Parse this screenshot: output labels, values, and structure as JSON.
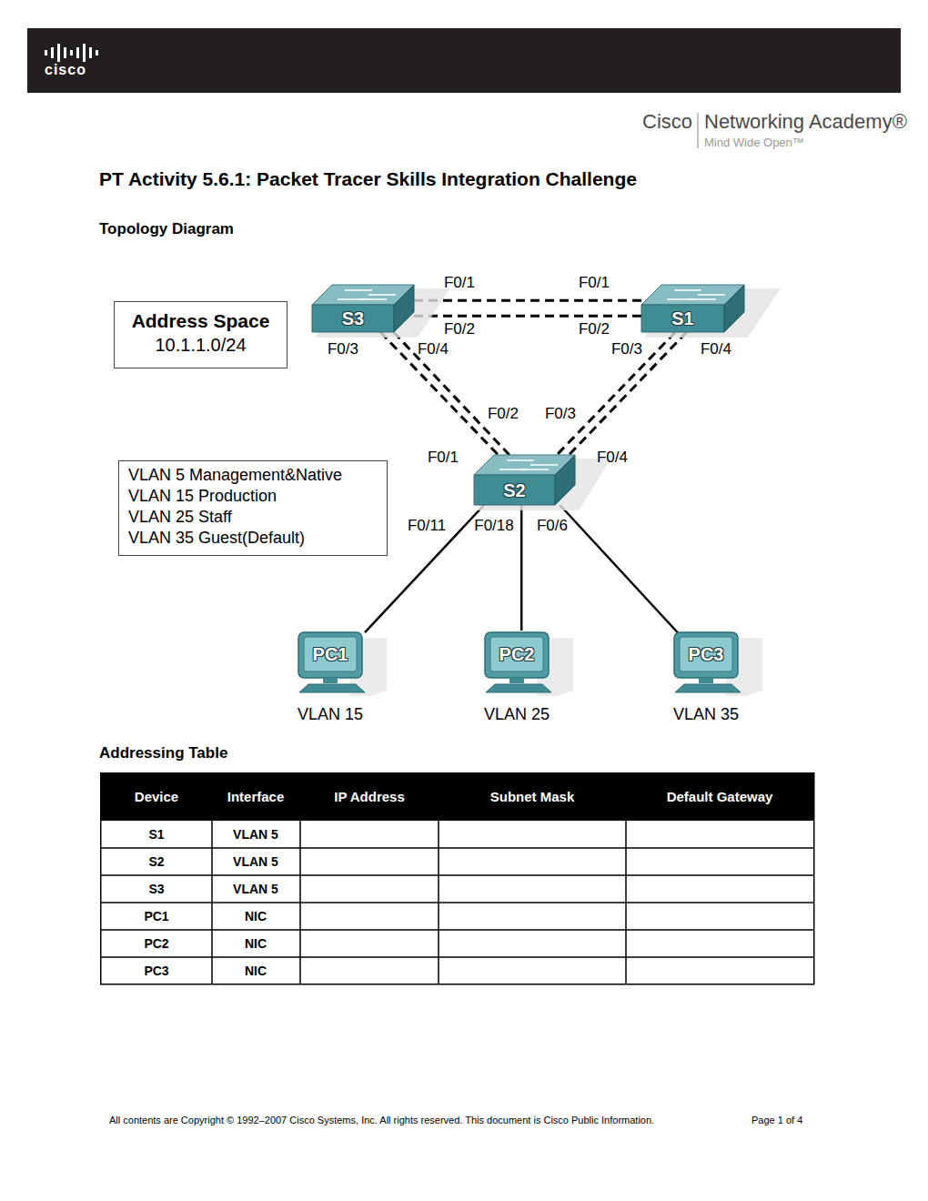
{
  "diagram": {
    "title": "PT Activity 5.6.1: Packet Tracer Skills Integration Challenge",
    "nodes": [
      {
        "text": [
          "S3"
        ]
      },
      {
        "text": [
          "S1"
        ]
      },
      {
        "text": [
          "Address Space",
          "10.1.1.0/24"
        ]
      },
      {
        "text": [
          "S2"
        ]
      },
      {
        "text": [
          "VLAN 5 Management&Native",
          "VLAN 15 Production",
          "VLAN 25 Staff",
          "VLAN 35 Guest(Default)"
        ]
      },
      {
        "text": [
          "PC1",
          "VLAN 15"
        ]
      },
      {
        "text": [
          "PC2",
          "VLAN 25"
        ]
      },
      {
        "text": [
          "PC3",
          "VLAN 35"
        ]
      }
    ],
    "edges": [
      {
        "from": 0,
        "to": 1,
        "arrow": "none"
      },
      {
        "from": 0,
        "to": 1,
        "arrow": "none"
      },
      {
        "from": 0,
        "to": 3,
        "arrow": "none"
      },
      {
        "from": 0,
        "to": 3,
        "arrow": "none"
      },
      {
        "from": 1,
        "to": 3,
        "arrow": "none"
      },
      {
        "from": 1,
        "to": 3,
        "arrow": "none"
      },
      {
        "from": 3,
        "to": 5,
        "arrow": "none"
      },
      {
        "from": 3,
        "to": 6,
        "arrow": "none"
      },
      {
        "from": 3,
        "to": 7,
        "arrow": "none"
      }
    ],
    "labels": [
      "cisco",
      "Cisco",
      "Networking Academy®",
      "Mind Wide Open™",
      "Topology Diagram",
      "F0/1",
      "F0/1",
      "F0/2",
      "F0/2",
      "F0/3",
      "F0/4",
      "F0/3",
      "F0/4",
      "F0/2",
      "F0/3",
      "F0/1",
      "F0/4",
      "F0/11",
      "F0/18",
      "F0/6",
      "Addressing Table",
      "Device",
      "Interface",
      "IP Address",
      "Subnet Mask",
      "Default Gateway",
      "S1",
      "VLAN 5",
      "S2",
      "VLAN 5",
      "S3",
      "VLAN 5",
      "PC1",
      "NIC",
      "PC2",
      "NIC",
      "PC3",
      "NIC",
      "All contents are Copyright © 1992–2007 Cisco Systems, Inc. All rights reserved. This document is Cisco Public Information.",
      "Page 1 of 4"
    ]
  }
}
